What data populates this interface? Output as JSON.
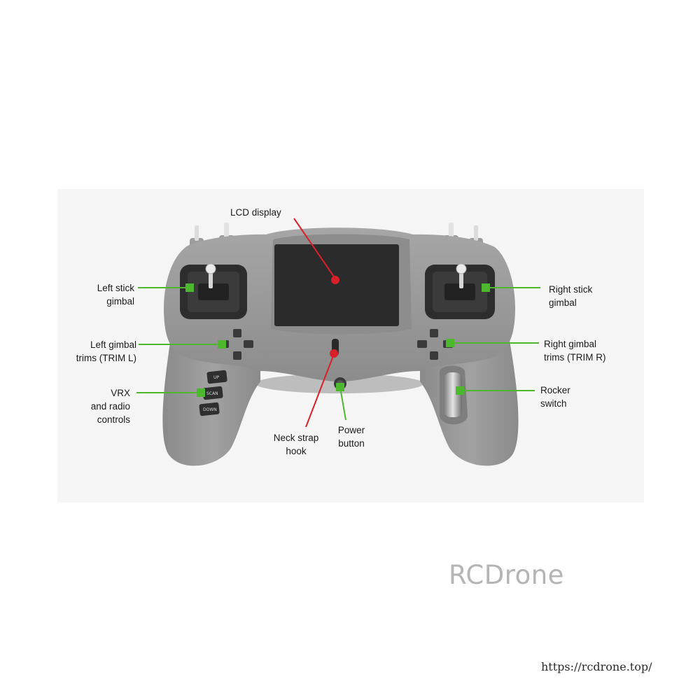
{
  "labels": {
    "lcd_display": "LCD display",
    "left_stick_gimbal": [
      "Left stick",
      "gimbal"
    ],
    "right_stick_gimbal": [
      "Right stick",
      "gimbal"
    ],
    "left_gimbal_trims": [
      "Left gimbal",
      "trims (TRIM L)"
    ],
    "right_gimbal_trims": [
      "Right gimbal",
      "trims (TRIM R)"
    ],
    "vrx_controls": [
      "VRX",
      "and radio",
      "controls"
    ],
    "rocker_switch": [
      "Rocker",
      "switch"
    ],
    "neck_strap_hook": [
      "Neck strap",
      "hook"
    ],
    "power_button": [
      "Power",
      "button"
    ]
  },
  "vrx_buttons": [
    "UP",
    "SCAN",
    "DOWN"
  ],
  "watermark": {
    "brand": "RCDrone",
    "url": "https://rcdrone.top/"
  },
  "colors": {
    "controller_body": "#9a9a9a",
    "leader_green": "#4db82e",
    "leader_red": "#d9202a",
    "screen": "#2b2b2b"
  }
}
